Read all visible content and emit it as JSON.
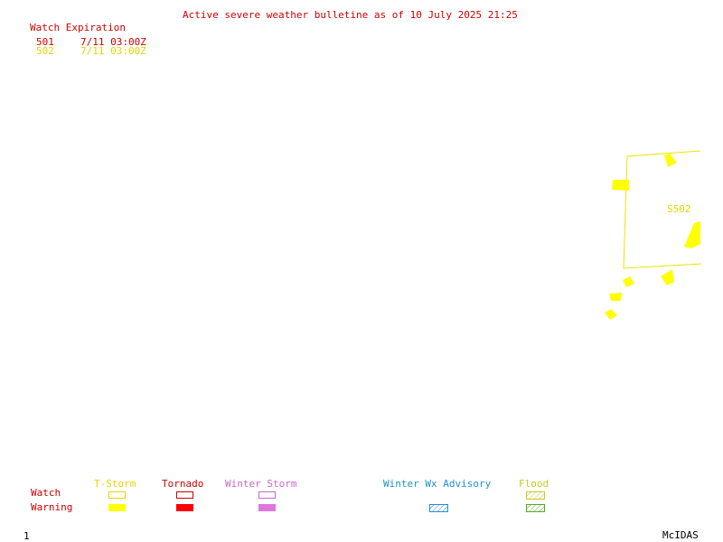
{
  "title": "Active severe weather bulletine as of 10 July 2025 21:25",
  "watch_table": {
    "header": "Watch Expiration",
    "rows": [
      {
        "number": "501",
        "expiration": "7/11 03:00Z",
        "color": "#cc0000"
      },
      {
        "number": "502",
        "expiration": "7/11 03:00Z",
        "color": "#e6d400"
      }
    ]
  },
  "map": {
    "watch_box_label": "S502",
    "watch_box_color": "#e6e600",
    "warning_fill_color": "#ffff00"
  },
  "legend": {
    "row_labels": {
      "watch": "Watch",
      "warning": "Warning"
    },
    "categories": [
      {
        "key": "tstorm",
        "label": "T-Storm",
        "color": "#e6d400"
      },
      {
        "key": "tornado",
        "label": "Tornado",
        "color": "#cc0000"
      },
      {
        "key": "winter_storm",
        "label": "Winter Storm",
        "color": "#cc66cc"
      },
      {
        "key": "winter_wx_advisory",
        "label": "Winter Wx Advisory",
        "color": "#1f8fd0"
      },
      {
        "key": "flood",
        "label": "Flood",
        "color": "#c8c820"
      }
    ]
  },
  "footer": {
    "frame_number": "1",
    "software": "McIDAS"
  }
}
